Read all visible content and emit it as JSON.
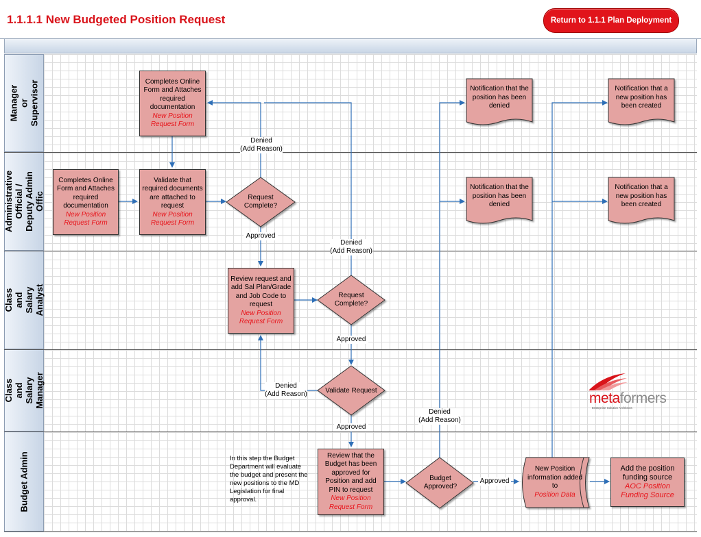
{
  "header": {
    "title": "1.1.1.1 New Budgeted Position Request",
    "return_button": "Return to 1.1.1 Plan Deployment"
  },
  "lanes": {
    "manager": "Manager or Supervisor",
    "admin": "Administrative Official / Deputy Admin Offic",
    "analyst": "Class and Salary Analyst",
    "cs_manager": "Class and Salary Manager",
    "budget": "Budget Admin"
  },
  "steps": {
    "mgr_complete": {
      "text": "Completes Online Form and Attaches required documentation",
      "ref": "New Position Request Form"
    },
    "admin_complete": {
      "text": "Completes Online Form and Attaches required documentation",
      "ref": "New Position Request Form"
    },
    "admin_validate": {
      "text": "Validate that required documents are attached to request",
      "ref": "New Position Request Form"
    },
    "analyst_review": {
      "text": "Review request and add Sal Plan/Grade and Job Code to request",
      "ref": "New Position Request Form"
    },
    "budget_review": {
      "text": "Review that the Budget has been approved for Position and add PIN to request",
      "ref": "New Position Request Form"
    },
    "position_data": {
      "text": "New Position information added to",
      "ref": "Position Data"
    },
    "funding": {
      "text": "Add the position funding source",
      "ref": "AOC Position Funding Source"
    }
  },
  "decisions": {
    "admin_request_complete": "Request Complete?",
    "analyst_request_complete": "Request Complete?",
    "validate_request": "Validate Request",
    "budget_approved": "Budget Approved?"
  },
  "documents": {
    "mgr_denied": "Notification that the position has been denied",
    "mgr_created": "Notification that a new position has been created",
    "admin_denied": "Notification that the position has been denied",
    "admin_created": "Notification that a new position has been created"
  },
  "labels": {
    "denied_1": {
      "line1": "Denied",
      "line2": "(Add Reason)"
    },
    "denied_2": {
      "line1": "Denied",
      "line2": "(Add Reason)"
    },
    "denied_3": {
      "line1": "Denied",
      "line2": "(Add Reason)"
    },
    "denied_4": {
      "line1": "Denied",
      "line2": "(Add Reason)"
    },
    "approved_1": "Approved",
    "approved_2": "Approved",
    "approved_3": "Approved",
    "approved_4": "Approved"
  },
  "note": "In this step the Budget Department will evaluate the budget and present the new positions to the MD Legislation for final approval.",
  "logo": {
    "brand_a": "meta",
    "brand_b": "formers",
    "tagline": "Enterprise Solution Architects"
  },
  "colors": {
    "step_fill": "#e4a3a1",
    "connector": "#2e6fb7",
    "title_red": "#d9141b"
  }
}
